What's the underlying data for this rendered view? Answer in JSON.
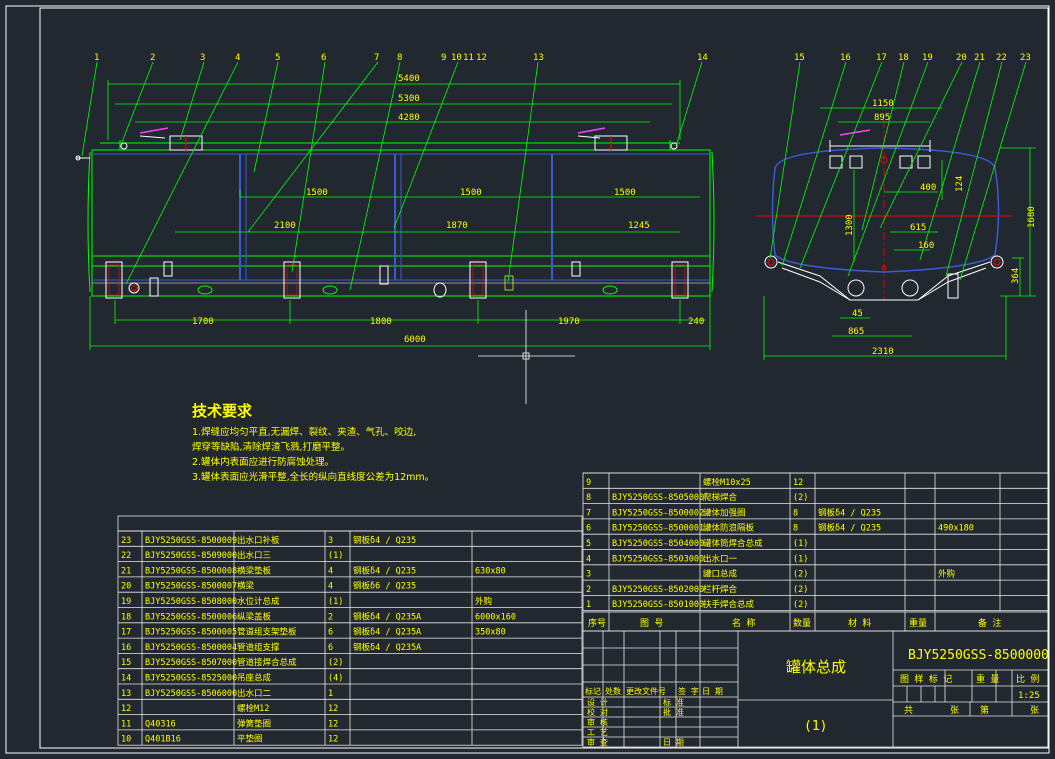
{
  "colors": {
    "background": "#212830",
    "frame": "#ffffff",
    "outline": "#00ff00",
    "text_yellow": "#ffff00",
    "dim_green": "#00ff00",
    "inner_blue": "#3a5bd6",
    "center_red": "#ff0000",
    "table_white": "#e8e8e8",
    "accent_magenta": "#ff40ff"
  },
  "balloons_side": [
    "1",
    "2",
    "3",
    "4",
    "5",
    "6",
    "7",
    "8",
    "9",
    "10",
    "11",
    "12",
    "13",
    "14"
  ],
  "balloons_end": [
    "15",
    "16",
    "17",
    "18",
    "19",
    "20",
    "21",
    "22",
    "23"
  ],
  "dims_side": {
    "d5400": "5400",
    "d5300": "5300",
    "d4280": "4280",
    "d1500a": "1500",
    "d1500b": "1500",
    "d1500c": "1500",
    "d2100": "2100",
    "d1870": "1870",
    "d1245": "1245",
    "d1700": "1700",
    "d1800": "1800",
    "d1970": "1970",
    "d240": "240",
    "d6000": "6000"
  },
  "dims_end": {
    "d1150": "1150",
    "d895": "895",
    "d400": "400",
    "d124": "124",
    "d1300": "1300",
    "d615": "615",
    "d160": "160",
    "d1680": "1680",
    "d364": "364",
    "d45": "45",
    "d865": "865",
    "d2310": "2310"
  },
  "notes": {
    "heading": "技术要求",
    "lines": [
      "1.焊缝应均匀平直,无漏焊、裂纹、夹渣、气孔、咬边,",
      "焊穿等缺陷,清除焊渣飞溅,打磨平整。",
      "2.罐体内表面应进行防腐蚀处理。",
      "3.罐体表面应光滑平整,全长的纵向直线度公差为12mm。"
    ]
  },
  "bom_left": [
    [
      "23",
      "BJY5250GSS-8500009",
      "出水口补板",
      "3",
      "钢板δ4 / Q235",
      ""
    ],
    [
      "22",
      "BJY5250GSS-8509000",
      "出水口三",
      "(1)",
      "",
      ""
    ],
    [
      "21",
      "BJY5250GSS-8500008",
      "横梁垫板",
      "4",
      "钢板δ4 / Q235",
      "630x80"
    ],
    [
      "20",
      "BJY5250GSS-8500007",
      "横梁",
      "4",
      "钢板δ6 / Q235",
      ""
    ],
    [
      "19",
      "BJY5250GSS-8508000",
      "水位计总成",
      "(1)",
      "",
      "外购"
    ],
    [
      "18",
      "BJY5250GSS-8500006",
      "纵梁盖板",
      "2",
      "钢板δ4 / Q235A",
      "6000x160"
    ],
    [
      "17",
      "BJY5250GSS-8500005",
      "管道组支架垫板",
      "6",
      "钢板δ4 / Q235A",
      "350x80"
    ],
    [
      "16",
      "BJY5250GSS-8500004",
      "管道组支撑",
      "6",
      "钢板δ4 / Q235A",
      ""
    ],
    [
      "15",
      "BJY5250GSS-8507000",
      "管道接焊合总成",
      "(2)",
      "",
      ""
    ],
    [
      "14",
      "BJY5250GSS-8525000",
      "吊座总成",
      "(4)",
      "",
      ""
    ],
    [
      "13",
      "BJY5250GSS-8506000",
      "出水口二",
      "1",
      "",
      ""
    ],
    [
      "12",
      "",
      "螺栓M12",
      "12",
      "",
      ""
    ],
    [
      "11",
      "Q40316",
      "弹簧垫圈",
      "12",
      "",
      ""
    ],
    [
      "10",
      "Q401B16",
      "平垫圈",
      "12",
      "",
      ""
    ]
  ],
  "bom_right": [
    [
      "9",
      "",
      "螺栓M10x25",
      "12",
      "",
      "",
      "",
      ""
    ],
    [
      "8",
      "BJY5250GSS-8505000",
      "爬梯焊合",
      "(2)",
      "",
      "",
      "",
      ""
    ],
    [
      "7",
      "BJY5250GSS-8500002",
      "罐体加强圈",
      "8",
      "钢板δ4 / Q235",
      "",
      "",
      ""
    ],
    [
      "6",
      "BJY5250GSS-8500001",
      "罐体防浪隔板",
      "8",
      "钢板δ4 / Q235",
      "",
      "490x180",
      ""
    ],
    [
      "5",
      "BJY5250GSS-8504000",
      "罐体筒焊合总成",
      "(1)",
      "",
      "",
      "",
      ""
    ],
    [
      "4",
      "BJY5250GSS-8503000",
      "出水口一",
      "(1)",
      "",
      "",
      "",
      ""
    ],
    [
      "3",
      "",
      "罐口总成",
      "(2)",
      "",
      "",
      "外购",
      ""
    ],
    [
      "2",
      "BJY5250GSS-8502000",
      "栏杆焊合",
      "(2)",
      "",
      "",
      "",
      ""
    ],
    [
      "1",
      "BJY5250GSS-8501000",
      "扶手焊合总成",
      "(2)",
      "",
      "",
      "",
      ""
    ]
  ],
  "bom_header": {
    "seq": "序号",
    "code": "图 号",
    "name": "名 称",
    "qty": "数量",
    "material": "材 料",
    "weight": "重量",
    "remark": "备 注"
  },
  "title_block": {
    "drawing_name": "罐体总成",
    "drawing_no": "BJY5250GSS-8500000",
    "qty_mark": "(1)",
    "hdr_mark": "图 样 标 记",
    "hdr_weight": "重 量",
    "hdr_scale": "比 例",
    "scale_value": "1:25",
    "sheets_total": "共",
    "sheets_unit_a": "张",
    "sheets_of": "第",
    "sheets_unit_b": "张",
    "rev_cols": [
      "标记",
      "处数",
      "更改文件号",
      "签 字",
      "日 期"
    ],
    "roles_left": [
      "设 计",
      "校 对",
      "审 核",
      "工 艺",
      "审 查"
    ],
    "roles_right": [
      "标 准",
      "批 准",
      "",
      "",
      "日 期"
    ]
  }
}
